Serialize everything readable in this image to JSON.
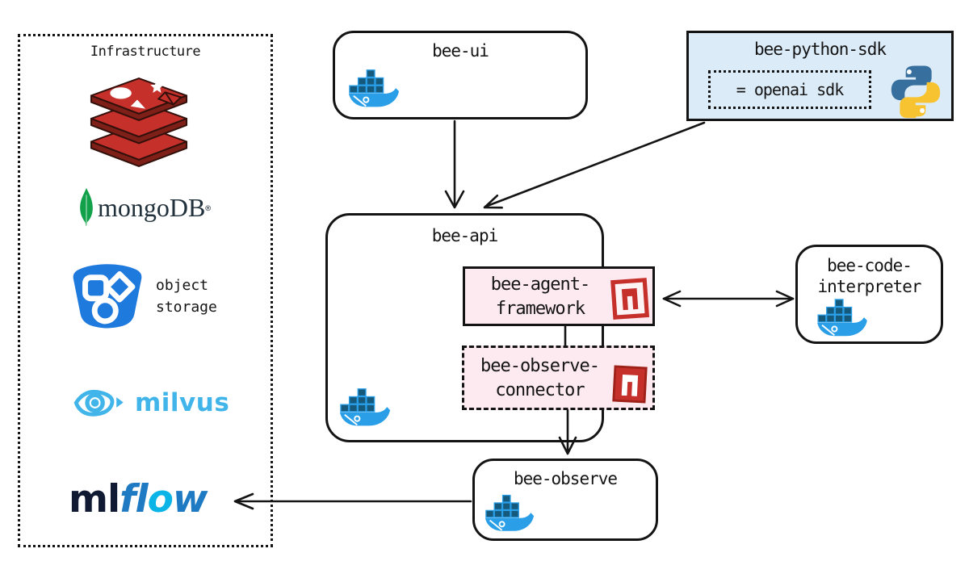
{
  "infrastructure": {
    "title": "Infrastructure",
    "items": {
      "redis": {
        "icon": "redis-logo"
      },
      "mongodb": {
        "label": "mongoDB",
        "trademark": "®"
      },
      "object_storage": {
        "label_line1": "object",
        "label_line2": "storage"
      },
      "milvus": {
        "label": "milvus"
      },
      "mlflow": {
        "label_ml": "ml",
        "label_fl": "fl",
        "label_o": "o",
        "label_w": "w"
      }
    }
  },
  "nodes": {
    "bee_ui": {
      "label": "bee-ui"
    },
    "bee_python_sdk": {
      "label": "bee-python-sdk",
      "note": "= openai sdk"
    },
    "bee_api": {
      "label": "bee-api"
    },
    "bee_agent_framework": {
      "line1": "bee-agent-",
      "line2": "framework"
    },
    "bee_observe_connector": {
      "line1": "bee-observe-",
      "line2": "connector"
    },
    "bee_code_interpreter": {
      "line1": "bee-code-",
      "line2": "interpreter"
    },
    "bee_observe": {
      "label": "bee-observe"
    }
  },
  "edges": [
    {
      "from": "bee-ui",
      "to": "bee-api",
      "bidirectional": false
    },
    {
      "from": "bee-python-sdk",
      "to": "bee-api",
      "bidirectional": false
    },
    {
      "from": "bee-agent-framework",
      "to": "bee-code-interpreter",
      "bidirectional": true
    },
    {
      "from": "bee-agent-framework",
      "to": "bee-observe-connector",
      "bidirectional": false
    },
    {
      "from": "bee-observe-connector",
      "to": "bee-observe",
      "bidirectional": false
    },
    {
      "from": "bee-observe",
      "to": "mlflow",
      "bidirectional": false
    }
  ],
  "colors": {
    "line": "#141414",
    "sdk_fill": "#dcebf8",
    "pink_fill": "#fdeaf0",
    "npm_red": "#c6302b",
    "npm_dark": "#9e2219",
    "docker_blue": "#2a9fe8",
    "docker_dark": "#155a7d",
    "python_blue": "#376f9e",
    "python_yellow": "#f7c331",
    "milvus_blue": "#41b5e9",
    "mlflow_dark": "#101b33",
    "mlflow_blue": "#1e7ac2",
    "mlflow_cyan": "#0ab4e6",
    "mongo_green": "#12a14b",
    "redis_red": "#c6302b",
    "redis_dark": "#7e1f18",
    "storage_blue": "#1f7ade"
  }
}
